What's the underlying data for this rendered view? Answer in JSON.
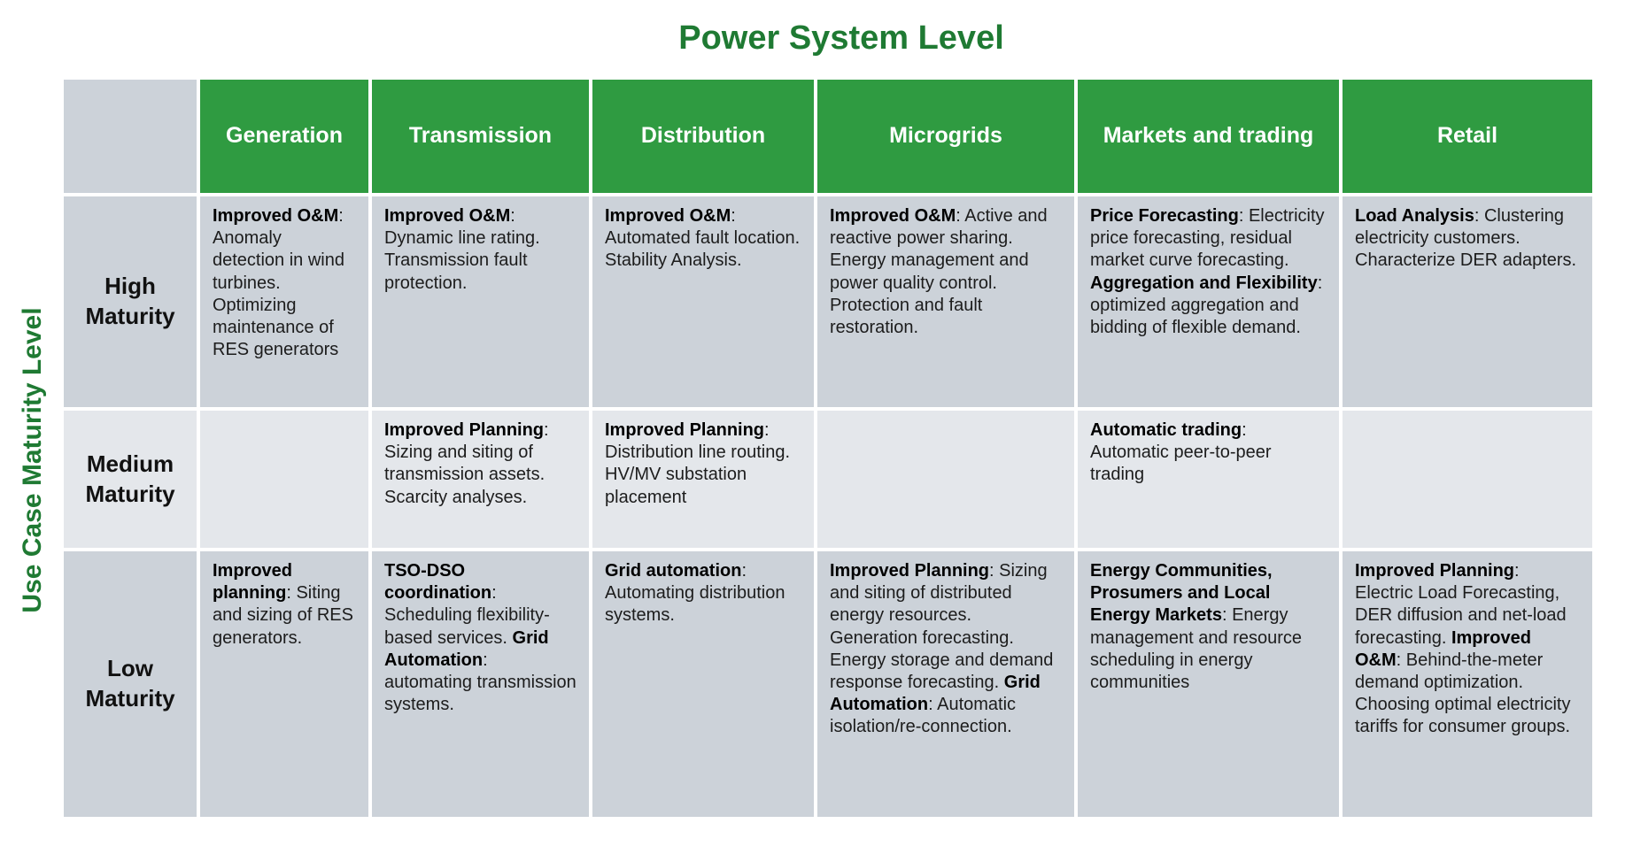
{
  "title": "Power System Level",
  "y_axis_label": "Use Case Maturity Level",
  "colors": {
    "header_green": "#2F9B41",
    "title_green": "#1F7A33",
    "row_shaded": "#CCD2D9",
    "row_light": "#E4E7EB",
    "body_text": "#1C1C1C"
  },
  "columns": [
    "Generation",
    "Transmission",
    "Distribution",
    "Microgrids",
    "Markets and trading",
    "Retail"
  ],
  "rows": [
    {
      "label": "High Maturity",
      "cells": [
        [
          {
            "b": "Improved O&M"
          },
          {
            "t": ": Anomaly detection in wind turbines. Optimizing maintenance of RES generators"
          }
        ],
        [
          {
            "b": "Improved O&M"
          },
          {
            "t": ": Dynamic line rating. Transmission fault protection."
          }
        ],
        [
          {
            "b": "Improved O&M"
          },
          {
            "t": ": Automated fault location. Stability Analysis."
          }
        ],
        [
          {
            "b": "Improved O&M"
          },
          {
            "t": ": Active and reactive power sharing. Energy management and power quality control. Protection and fault restoration."
          }
        ],
        [
          {
            "b": "Price Forecasting"
          },
          {
            "t": ": Electricity price forecasting, residual market curve forecasting. "
          },
          {
            "b": "Aggregation and Flexibility"
          },
          {
            "t": ": optimized aggregation and bidding of flexible demand."
          }
        ],
        [
          {
            "b": "Load Analysis"
          },
          {
            "t": ": Clustering electricity customers. Characterize DER adapters."
          }
        ]
      ]
    },
    {
      "label": "Medium Maturity",
      "cells": [
        [],
        [
          {
            "b": "Improved Planning"
          },
          {
            "t": ": Sizing and siting of transmission assets. Scarcity analyses."
          }
        ],
        [
          {
            "b": "Improved Planning"
          },
          {
            "t": ": Distribution line routing. HV/MV substation placement"
          }
        ],
        [],
        [
          {
            "b": "Automatic trading"
          },
          {
            "t": ": Automatic peer-to-peer trading"
          }
        ],
        []
      ]
    },
    {
      "label": "Low Maturity",
      "cells": [
        [
          {
            "b": "Improved planning"
          },
          {
            "t": ": Siting and sizing of RES generators."
          }
        ],
        [
          {
            "b": "TSO-DSO coordination"
          },
          {
            "t": ": Scheduling flexibility-based services. "
          },
          {
            "b": "Grid Automation"
          },
          {
            "t": ": automating transmission systems."
          }
        ],
        [
          {
            "b": "Grid automation"
          },
          {
            "t": ": Automating distribution systems."
          }
        ],
        [
          {
            "b": "Improved Planning"
          },
          {
            "t": ": Sizing and siting of distributed energy resources. Generation forecasting. Energy storage and demand response forecasting. "
          },
          {
            "b": "Grid Automation"
          },
          {
            "t": ": Automatic isolation/re-connection."
          }
        ],
        [
          {
            "b": "Energy Communities, Prosumers and Local Energy Markets"
          },
          {
            "t": ": Energy management and resource scheduling in energy communities"
          }
        ],
        [
          {
            "b": "Improved Planning"
          },
          {
            "t": ": Electric Load Forecasting, DER diffusion and net-load forecasting. "
          },
          {
            "b": "Improved O&M"
          },
          {
            "t": ": Behind-the-meter demand optimization. Choosing optimal electricity tariffs for consumer groups."
          }
        ]
      ]
    }
  ]
}
